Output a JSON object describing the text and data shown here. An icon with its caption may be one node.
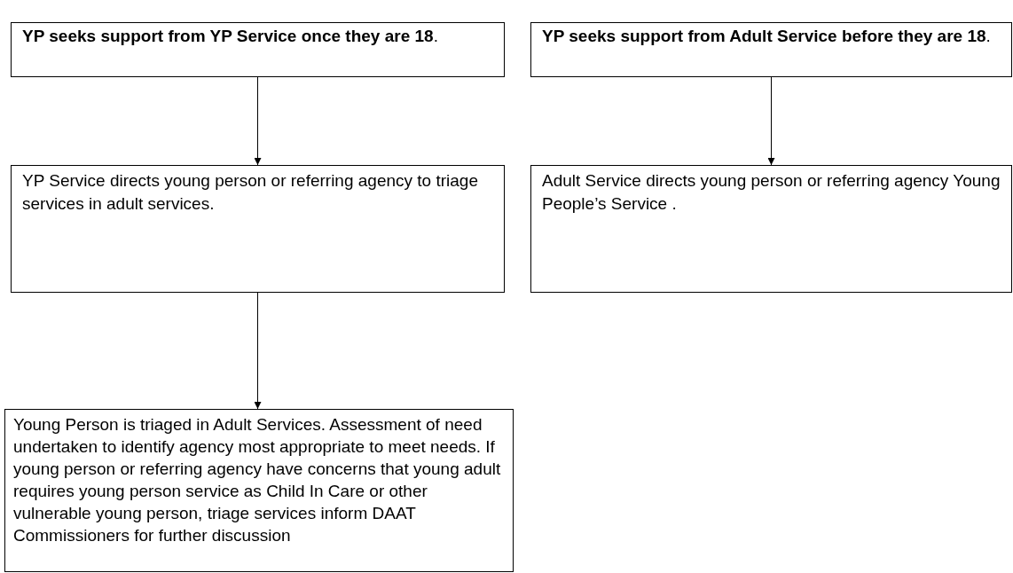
{
  "diagram": {
    "nodes": [
      {
        "text": [
          "**YP seeks support from YP Service once they are 18**."
        ]
      },
      {
        "text": [
          "**YP seeks support from Adult Service before they are 18**."
        ]
      },
      {
        "text": [
          "YP Service directs young person or referring agency to triage services in adult services."
        ]
      },
      {
        "text": [
          "Adult Service directs young person or referring agency Young People’s Service ."
        ]
      },
      {
        "text": [
          "Young Person is triaged in Adult Services. Assessment of need undertaken to identify agency most appropriate to meet needs. If young person or referring agency have concerns that young adult requires young person service as Child In Care or other vulnerable young person, triage services inform DAAT Commissioners for further discussion"
        ]
      }
    ],
    "edges": [
      {
        "from": 0,
        "to": 2,
        "arrow": "to"
      },
      {
        "from": 2,
        "to": 4,
        "arrow": "to"
      },
      {
        "from": 1,
        "to": 3,
        "arrow": "to"
      }
    ]
  }
}
